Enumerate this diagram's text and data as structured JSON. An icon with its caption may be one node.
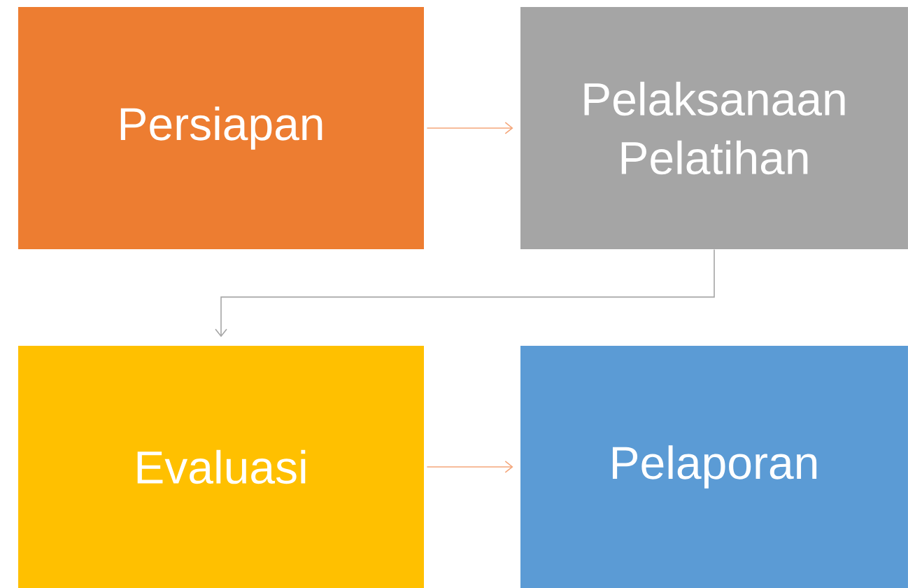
{
  "diagram": {
    "nodes": [
      {
        "text": [
          "Persiapan"
        ]
      },
      {
        "text": [
          "Pelaksanaan Pelatihan"
        ]
      },
      {
        "text": [
          "Evaluasi"
        ]
      },
      {
        "text": [
          "Pelaporan"
        ]
      }
    ],
    "edges": [
      {
        "from": 0,
        "to": 1,
        "arrow": "to"
      },
      {
        "from": 1,
        "to": 2,
        "arrow": "to",
        "color": "#a5a5a5"
      },
      {
        "from": 2,
        "to": 3,
        "arrow": "to"
      }
    ]
  }
}
